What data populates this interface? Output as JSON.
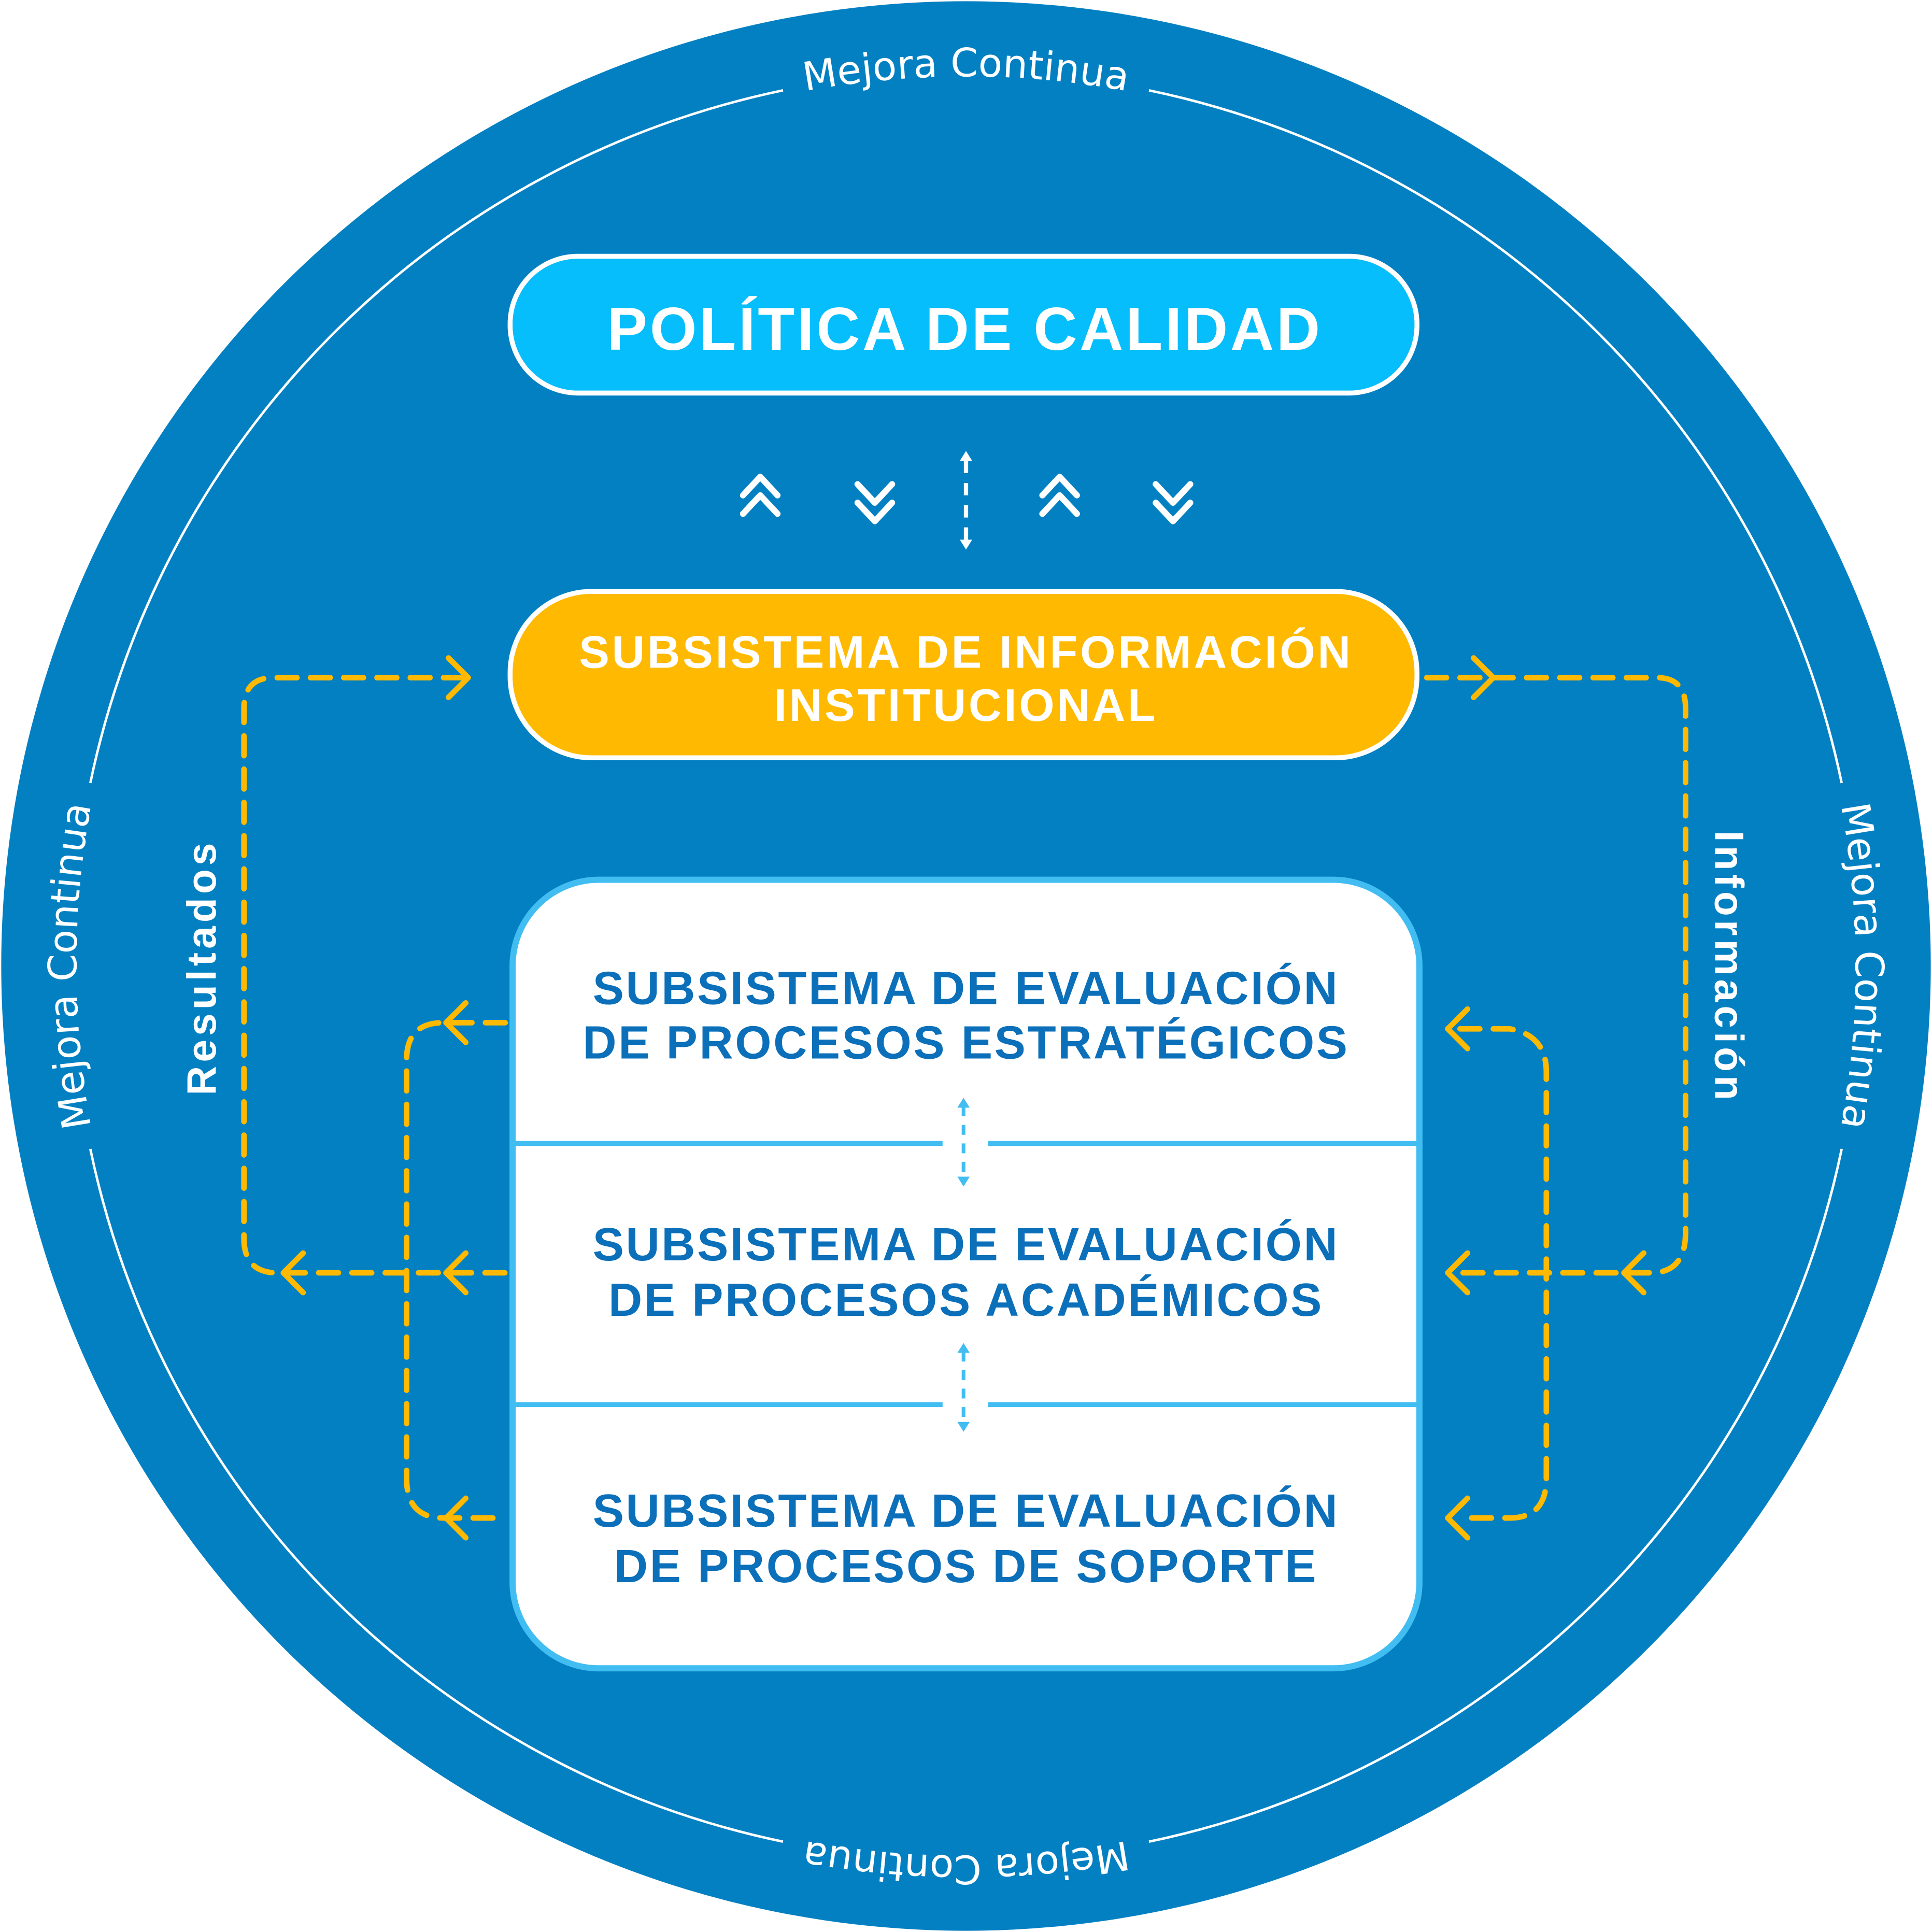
{
  "ring": {
    "label_top": "Mejora Continua",
    "label_right": "Mejora Continua",
    "label_bottom": "Mejora Continua",
    "label_left": "Mejora Continua"
  },
  "policy": {
    "label": "POLÍTICA DE CALIDAD"
  },
  "info_subsystem": {
    "line1": "SUBSISTEMA DE INFORMACIÓN",
    "line2": "INSTITUCIONAL"
  },
  "evaluation_subsystems": [
    {
      "line1": "SUBSISTEMA DE EVALUACIÓN",
      "line2": "DE PROCESOS ESTRATÉGICOS"
    },
    {
      "line1": "SUBSISTEMA DE EVALUACIÓN",
      "line2": "DE PROCESOS ACADÉMICOS"
    },
    {
      "line1": "SUBSISTEMA DE EVALUACIÓN",
      "line2": "DE PROCESOS DE SOPORTE"
    }
  ],
  "flows": {
    "left_label": "Resultados",
    "right_label": "Información"
  },
  "colors": {
    "background": "#0380c2",
    "policy": "#06befb",
    "info": "#ffb900",
    "eval_border": "#42bdf2",
    "eval_text": "#0b70b9"
  }
}
